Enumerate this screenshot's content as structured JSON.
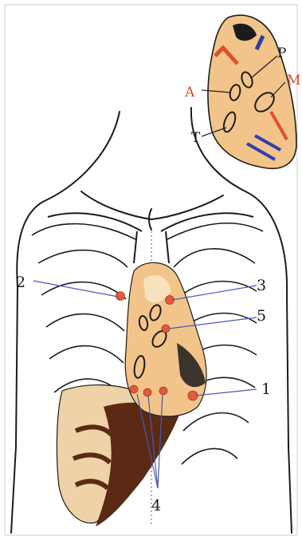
{
  "colors": {
    "ink": "#1b1b1b",
    "heart_fill": "#f2c48a",
    "heart_light": "#f8e2bd",
    "liver": "#5a2a14",
    "liver_stipple": "#efd2a8",
    "point": "#e45a3a",
    "pointer_line": "#4a57b8",
    "label_red": "#d84a1f",
    "arrow_blue": "#2e3fa8",
    "arrow_red": "#e0502a"
  },
  "inset": {
    "labels": {
      "aortic": "A",
      "pulmonary": "P",
      "mitral": "M",
      "tricuspid": "T"
    }
  },
  "callouts": {
    "n1": "1",
    "n2": "2",
    "n3": "3",
    "n4": "4",
    "n5": "5"
  }
}
